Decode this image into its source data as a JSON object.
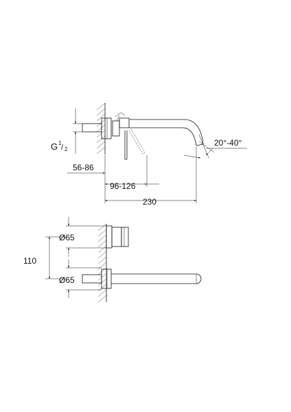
{
  "dimensions": {
    "thread": {
      "prefix": "G",
      "num": "1",
      "den": "2"
    },
    "wall_depth": "56-86",
    "lever_offset": "96-126",
    "spout_length": "230",
    "flow_angle": "20°-40°",
    "diameter_top": "Ø65",
    "diameter_bottom": "Ø65",
    "center_distance": "110"
  }
}
